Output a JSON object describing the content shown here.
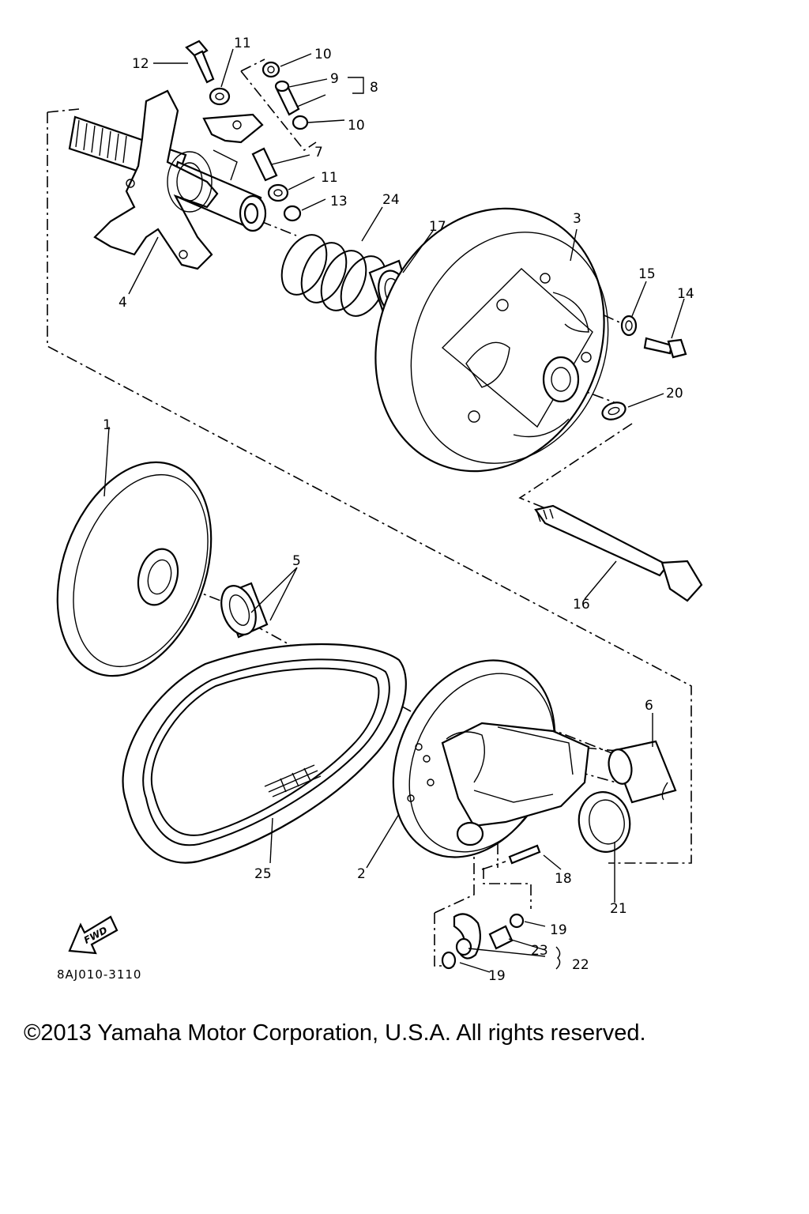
{
  "diagram": {
    "drawing_code": "8AJ010-3110",
    "fwd_label": "FWD",
    "callouts": [
      {
        "id": "c1",
        "text": "1"
      },
      {
        "id": "c2",
        "text": "2"
      },
      {
        "id": "c3",
        "text": "3"
      },
      {
        "id": "c4",
        "text": "4"
      },
      {
        "id": "c5",
        "text": "5"
      },
      {
        "id": "c6",
        "text": "6"
      },
      {
        "id": "c7",
        "text": "7"
      },
      {
        "id": "c8",
        "text": "8"
      },
      {
        "id": "c9",
        "text": "9"
      },
      {
        "id": "c10a",
        "text": "10"
      },
      {
        "id": "c10b",
        "text": "10"
      },
      {
        "id": "c11a",
        "text": "11"
      },
      {
        "id": "c11b",
        "text": "11"
      },
      {
        "id": "c12",
        "text": "12"
      },
      {
        "id": "c13",
        "text": "13"
      },
      {
        "id": "c14",
        "text": "14"
      },
      {
        "id": "c15",
        "text": "15"
      },
      {
        "id": "c16",
        "text": "16"
      },
      {
        "id": "c17",
        "text": "17"
      },
      {
        "id": "c18",
        "text": "18"
      },
      {
        "id": "c19a",
        "text": "19"
      },
      {
        "id": "c19b",
        "text": "19"
      },
      {
        "id": "c20",
        "text": "20"
      },
      {
        "id": "c21",
        "text": "21"
      },
      {
        "id": "c22",
        "text": "22"
      },
      {
        "id": "c23",
        "text": "23"
      },
      {
        "id": "c24",
        "text": "24"
      },
      {
        "id": "c25",
        "text": "25"
      }
    ]
  },
  "footer": {
    "copyright": "©2013 Yamaha Motor Corporation, U.S.A. All rights reserved."
  }
}
